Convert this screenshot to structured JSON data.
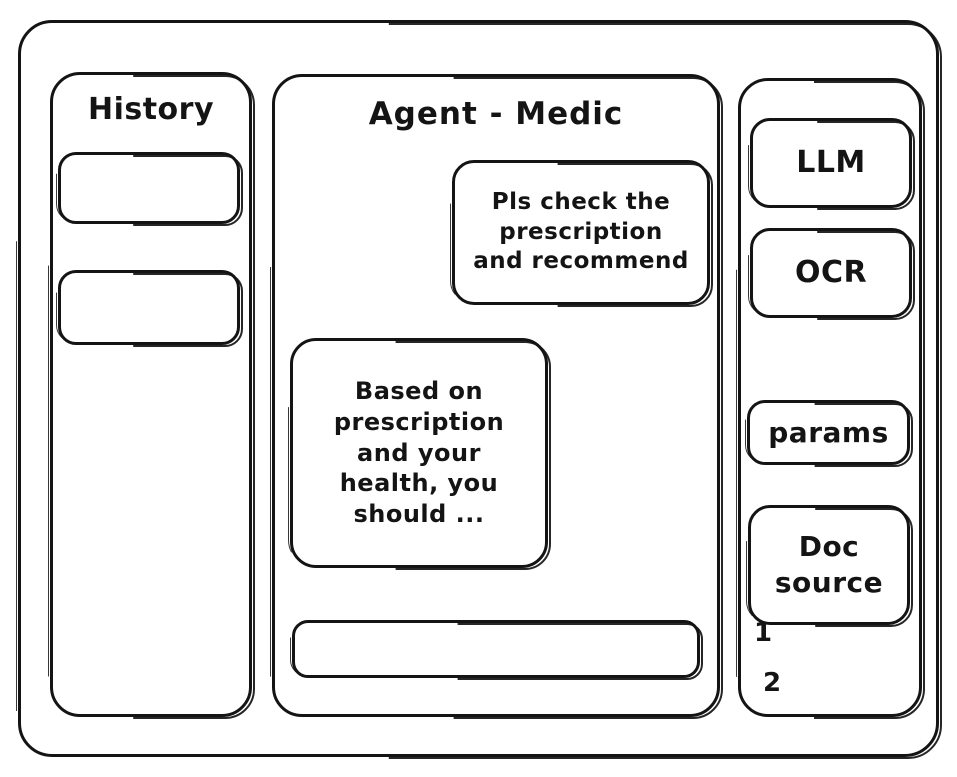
{
  "window": {
    "name": "agent-medic-wireframe"
  },
  "sidebar": {
    "title": "History",
    "items": [
      {
        "label": ""
      },
      {
        "label": ""
      }
    ]
  },
  "main": {
    "title": "Agent - Medic",
    "messages": [
      {
        "role": "user",
        "text": "Pls check the\nprescription\nand recommend"
      },
      {
        "role": "assistant",
        "text": "Based on\nprescription\nand your\nhealth, you\nshould ..."
      }
    ],
    "composer": {
      "value": "",
      "placeholder": ""
    }
  },
  "tools": {
    "buttons": [
      {
        "label": "LLM"
      },
      {
        "label": "OCR"
      },
      {
        "label": "params"
      }
    ],
    "doc_source": {
      "label": "Doc\nsource",
      "references": [
        "1",
        "2"
      ]
    }
  },
  "style": {
    "stroke": "#141414",
    "background": "#ffffff"
  }
}
